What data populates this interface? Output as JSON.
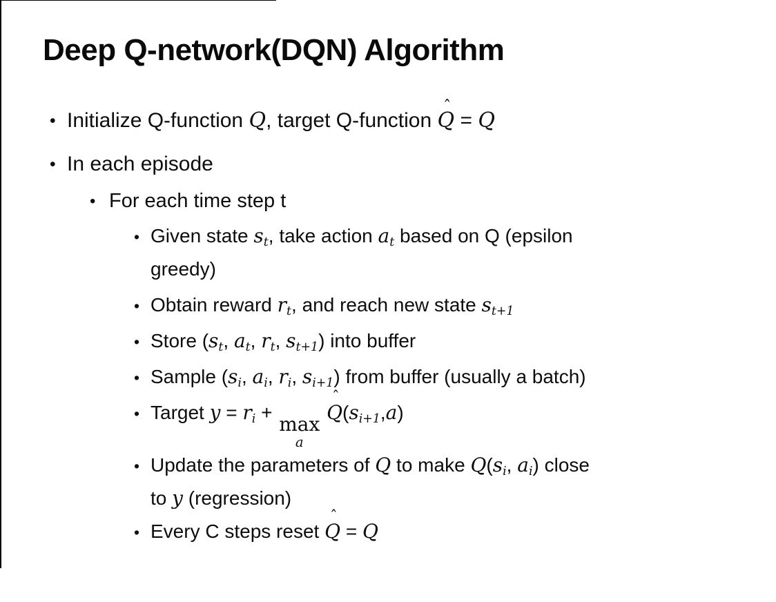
{
  "colors": {
    "background": "#ffffff",
    "text": "#0d0d0d",
    "page_edge": "#000000"
  },
  "slide": {
    "title": "Deep Q-network(DQN) Algorithm",
    "bullets": [
      {
        "level": 1,
        "row": 1,
        "segments": [
          {
            "t": "text",
            "v": "Initialize Q-function "
          },
          {
            "t": "math",
            "v": "Q"
          },
          {
            "t": "text",
            "v": ", target Q-function "
          },
          {
            "t": "mhat",
            "v": "Q"
          },
          {
            "t": "text",
            "v": " = "
          },
          {
            "t": "math",
            "v": "Q"
          }
        ]
      },
      {
        "level": 1,
        "row": 2,
        "segments": [
          {
            "t": "text",
            "v": "In each episode"
          }
        ]
      },
      {
        "level": 2,
        "row": 3,
        "segments": [
          {
            "t": "text",
            "v": "For each time step t"
          }
        ]
      },
      {
        "level": 3,
        "row": 4,
        "segments": [
          {
            "t": "text",
            "v": "Given state "
          },
          {
            "t": "msub",
            "base": "s",
            "sub": "t"
          },
          {
            "t": "text",
            "v": ", take action "
          },
          {
            "t": "msub",
            "base": "a",
            "sub": "t"
          },
          {
            "t": "text",
            "v": " based on Q (epsilon"
          },
          {
            "t": "br"
          },
          {
            "t": "text",
            "v": "greedy)"
          }
        ]
      },
      {
        "level": 3,
        "row": 5,
        "segments": [
          {
            "t": "text",
            "v": "Obtain reward "
          },
          {
            "t": "msub",
            "base": "r",
            "sub": "t"
          },
          {
            "t": "text",
            "v": ", and reach new state "
          },
          {
            "t": "msub",
            "base": "s",
            "sub": "t+1"
          }
        ]
      },
      {
        "level": 3,
        "row": 6,
        "segments": [
          {
            "t": "text",
            "v": "Store ("
          },
          {
            "t": "msub",
            "base": "s",
            "sub": "t"
          },
          {
            "t": "text",
            "v": ", "
          },
          {
            "t": "msub",
            "base": "a",
            "sub": "t"
          },
          {
            "t": "text",
            "v": ", "
          },
          {
            "t": "msub",
            "base": "r",
            "sub": "t"
          },
          {
            "t": "text",
            "v": ", "
          },
          {
            "t": "msub",
            "base": "s",
            "sub": "t+1"
          },
          {
            "t": "text",
            "v": ") into buffer"
          }
        ]
      },
      {
        "level": 3,
        "row": 7,
        "segments": [
          {
            "t": "text",
            "v": "Sample ("
          },
          {
            "t": "msub",
            "base": "s",
            "sub": "i"
          },
          {
            "t": "text",
            "v": ", "
          },
          {
            "t": "msub",
            "base": "a",
            "sub": "i"
          },
          {
            "t": "text",
            "v": ", "
          },
          {
            "t": "msub",
            "base": "r",
            "sub": "i"
          },
          {
            "t": "text",
            "v": ", "
          },
          {
            "t": "msub",
            "base": "s",
            "sub": "i+1"
          },
          {
            "t": "text",
            "v": ") from buffer (usually a batch)"
          }
        ]
      },
      {
        "level": 3,
        "row": 8,
        "segments": [
          {
            "t": "text",
            "v": "Target "
          },
          {
            "t": "math",
            "v": "y"
          },
          {
            "t": "text",
            "v": " = "
          },
          {
            "t": "msub",
            "base": "r",
            "sub": "i"
          },
          {
            "t": "text",
            "v": " + "
          },
          {
            "t": "munder",
            "top": "max",
            "bottom": "a"
          },
          {
            "t": "text",
            "v": " "
          },
          {
            "t": "mhat",
            "v": "Q"
          },
          {
            "t": "text",
            "v": "("
          },
          {
            "t": "msub",
            "base": "s",
            "sub": "i+1"
          },
          {
            "t": "text",
            "v": ","
          },
          {
            "t": "math",
            "v": "a"
          },
          {
            "t": "text",
            "v": ")"
          }
        ]
      },
      {
        "level": 3,
        "row": 9,
        "segments": [
          {
            "t": "text",
            "v": "Update the parameters of "
          },
          {
            "t": "math",
            "v": "Q"
          },
          {
            "t": "text",
            "v": " to make "
          },
          {
            "t": "math",
            "v": "Q"
          },
          {
            "t": "text",
            "v": "("
          },
          {
            "t": "msub",
            "base": "s",
            "sub": "i"
          },
          {
            "t": "text",
            "v": ", "
          },
          {
            "t": "msub",
            "base": "a",
            "sub": "i"
          },
          {
            "t": "text",
            "v": ") close"
          },
          {
            "t": "br"
          },
          {
            "t": "text",
            "v": "to "
          },
          {
            "t": "math",
            "v": "y"
          },
          {
            "t": "text",
            "v": " (regression)"
          }
        ]
      },
      {
        "level": 3,
        "row": 10,
        "segments": [
          {
            "t": "text",
            "v": "Every C steps reset "
          },
          {
            "t": "mhat",
            "v": "Q"
          },
          {
            "t": "text",
            "v": " = "
          },
          {
            "t": "math",
            "v": "Q"
          }
        ]
      }
    ]
  }
}
